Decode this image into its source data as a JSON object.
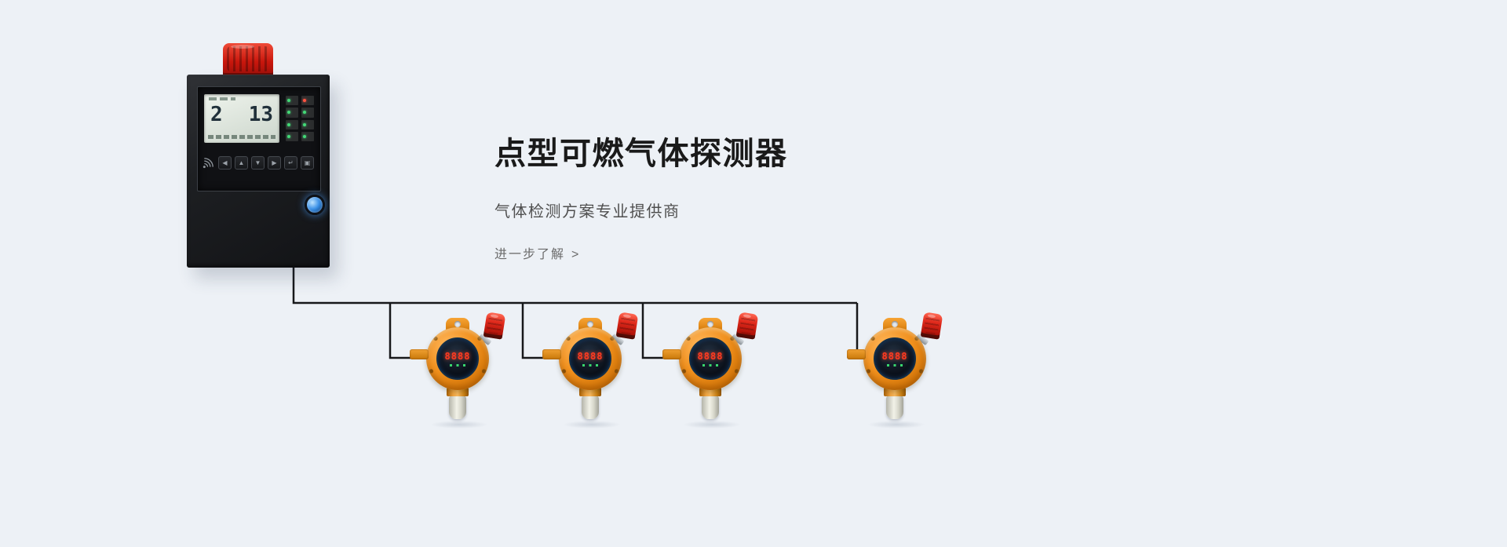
{
  "hero": {
    "title": "点型可燃气体探测器",
    "subtitle": "气体检测方案专业提供商",
    "link_label": "进一步了解",
    "link_arrow": ">"
  },
  "controller": {
    "display": {
      "channel": "2",
      "value": "13"
    },
    "buttons": [
      {
        "glyph": "◀"
      },
      {
        "glyph": "▲"
      },
      {
        "glyph": "▼"
      },
      {
        "glyph": "▶"
      },
      {
        "glyph": "↵"
      },
      {
        "glyph": "▣"
      }
    ]
  },
  "detectors": [
    {
      "reading": "8888"
    },
    {
      "reading": "8888"
    },
    {
      "reading": "8888"
    },
    {
      "reading": "8888"
    }
  ],
  "colors": {
    "background": "#edf1f6",
    "accent_orange": "#f0901d",
    "alarm_red": "#c8160c",
    "led_red": "#ff3a20",
    "button_blue": "#3d92e8",
    "wire_black": "#17181a"
  }
}
